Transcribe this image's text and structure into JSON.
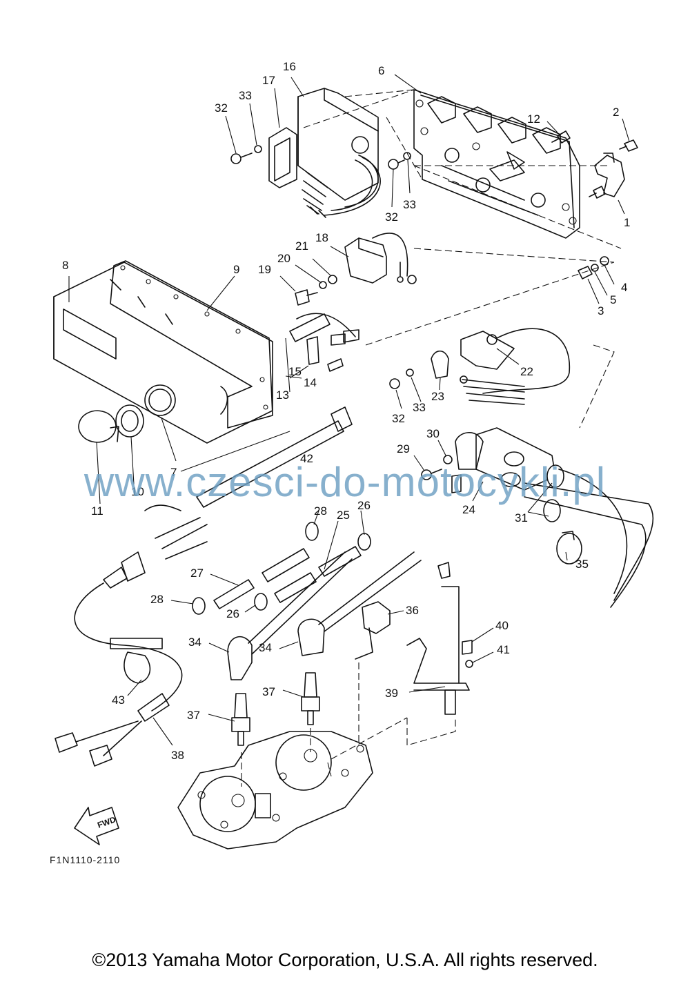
{
  "callouts": [
    "1",
    "2",
    "3",
    "4",
    "5",
    "6",
    "7",
    "8",
    "9",
    "10",
    "11",
    "12",
    "13",
    "14",
    "15",
    "16",
    "17",
    "18",
    "19",
    "20",
    "21",
    "22",
    "23",
    "24",
    "25",
    "26",
    "27",
    "28",
    "29",
    "30",
    "31",
    "32",
    "33",
    "34",
    "35",
    "36",
    "37",
    "38",
    "39",
    "40",
    "41",
    "42",
    "43"
  ],
  "diagram_code": "F1N1110-2110",
  "fwd_label": "FWD",
  "watermark": "www.czesci-do-motocykli.pl",
  "copyright": "©2013 Yamaha Motor Corporation, U.S.A. All rights reserved.",
  "icons": {
    "forward_arrow": "fwd-arrow-icon"
  }
}
